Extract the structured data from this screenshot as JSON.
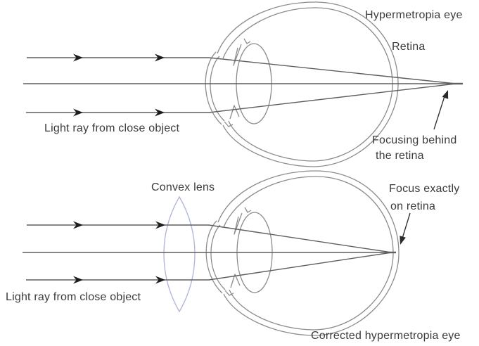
{
  "diagram_top": {
    "title": "Hypermetropia eye",
    "retina_label": "Retina",
    "ray_label": "Light ray from close object",
    "focus_note_line1": "Focusing behind",
    "focus_note_line2": "the retina"
  },
  "diagram_bottom": {
    "title": "Corrected hypermetropia eye",
    "lens_label": "Convex lens",
    "ray_label": "Light ray from close object",
    "focus_note_line1": "Focus exactly",
    "focus_note_line2": "on retina"
  },
  "colors": {
    "background": "#ffffff",
    "eye_outline": "#8c8c8c",
    "ray_line": "#5f5f5f",
    "arrowhead": "#1d1d1d",
    "annotation_arrow": "#2a2a2a",
    "lens_stroke": "#b2b8da",
    "text": "#3b3b3b"
  }
}
